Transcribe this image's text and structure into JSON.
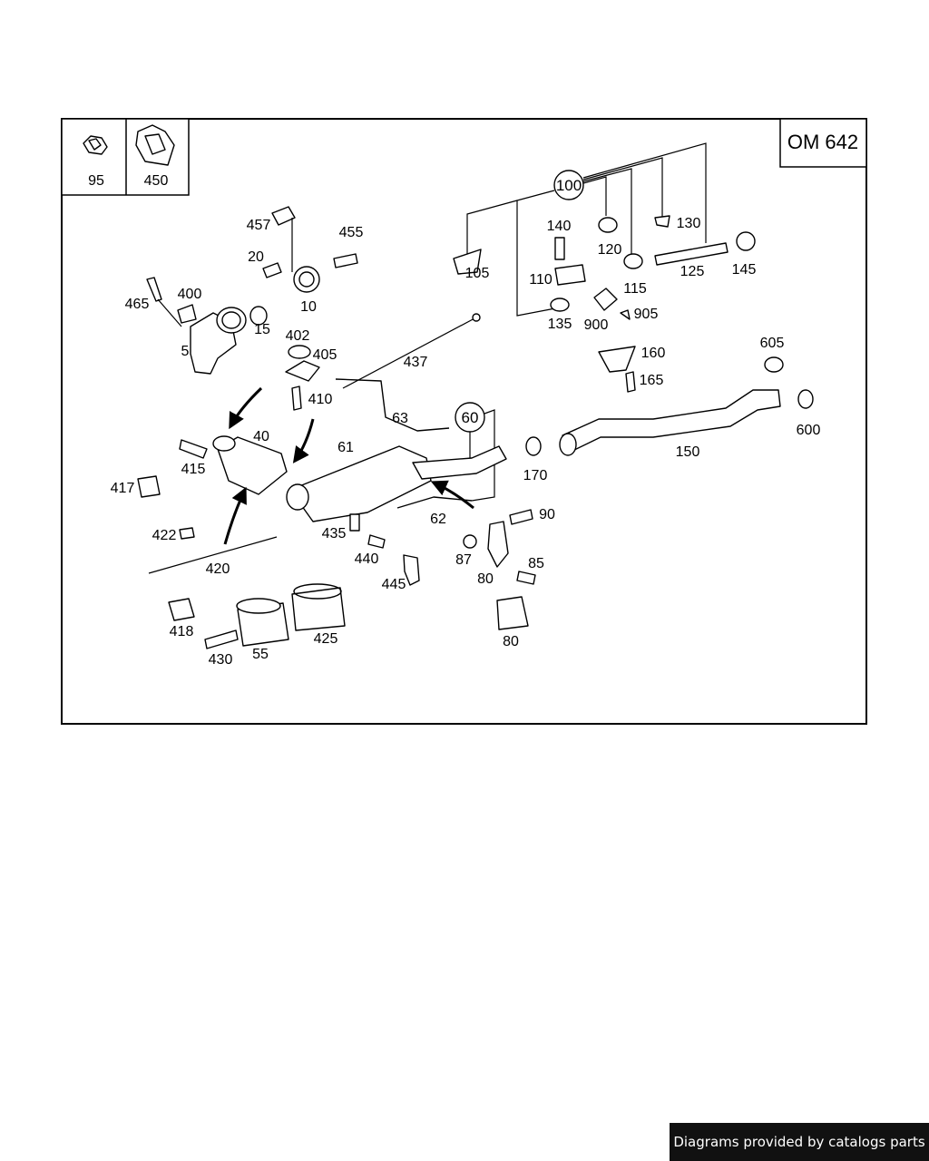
{
  "diagram": {
    "engine_label": "OM 642",
    "callout_refs": [
      "100",
      "60"
    ],
    "legend_items": [
      {
        "number": "95",
        "icon": "clip-icon"
      },
      {
        "number": "450",
        "icon": "heat-shield-icon"
      }
    ],
    "part_labels": {
      "p5": "5",
      "p10": "10",
      "p15": "15",
      "p20": "20",
      "p40": "40",
      "p55": "55",
      "p61": "61",
      "p62": "62",
      "p63": "63",
      "p80a": "80",
      "p80b": "80",
      "p85": "85",
      "p87": "87",
      "p90": "90",
      "p105": "105",
      "p110": "110",
      "p115": "115",
      "p120": "120",
      "p125": "125",
      "p130": "130",
      "p135": "135",
      "p140": "140",
      "p145": "145",
      "p150": "150",
      "p160": "160",
      "p165": "165",
      "p170": "170",
      "p400": "400",
      "p402": "402",
      "p405": "405",
      "p410": "410",
      "p415": "415",
      "p417": "417",
      "p418": "418",
      "p420": "420",
      "p422": "422",
      "p425": "425",
      "p430": "430",
      "p435": "435",
      "p437": "437",
      "p440": "440",
      "p445": "445",
      "p455": "455",
      "p457": "457",
      "p465": "465",
      "p600": "600",
      "p605": "605",
      "p900": "900",
      "p905": "905"
    }
  },
  "footer": {
    "text": "Diagrams provided by catalogs parts"
  }
}
